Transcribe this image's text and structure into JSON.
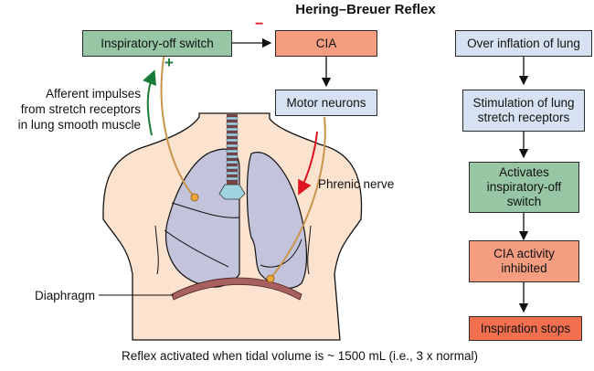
{
  "title": "Hering–Breuer Reflex",
  "left_diagram": {
    "inspiratory_off_switch": "Inspiratory-off switch",
    "cia": "CIA",
    "motor_neurons": "Motor neurons",
    "inhibit_sign": "−",
    "excite_sign": "+",
    "afferent_label": [
      "Afferent impulses",
      "from stretch receptors",
      "in lung smooth muscle"
    ],
    "phrenic_label": "Phrenic nerve",
    "diaphragm_label": "Diaphragm"
  },
  "flowchart": {
    "steps": [
      {
        "lines": [
          "Over inflation of lung"
        ],
        "color": "#d6e2f2"
      },
      {
        "lines": [
          "Stimulation of lung",
          "stretch receptors"
        ],
        "color": "#d6e2f2"
      },
      {
        "lines": [
          "Activates",
          "inspiratory-off",
          "switch"
        ],
        "color": "#97c6a4"
      },
      {
        "lines": [
          "CIA activity",
          "inhibited"
        ],
        "color": "#f59d80"
      },
      {
        "lines": [
          "Inspiration stops"
        ],
        "color": "#f2704f"
      }
    ]
  },
  "caption": "Reflex activated when tidal volume is ~ 1500 mL (i.e., 3 x normal)",
  "colors": {
    "skin": "#fbe3d0",
    "lung": "#c3c3dc",
    "nerve": "#c8954a",
    "afferent_arrow": "#1a7a3a",
    "efferent_arrow": "#e0141e",
    "diaphragm": "#a8605e",
    "trachea_ring": "#9fd3dd"
  }
}
